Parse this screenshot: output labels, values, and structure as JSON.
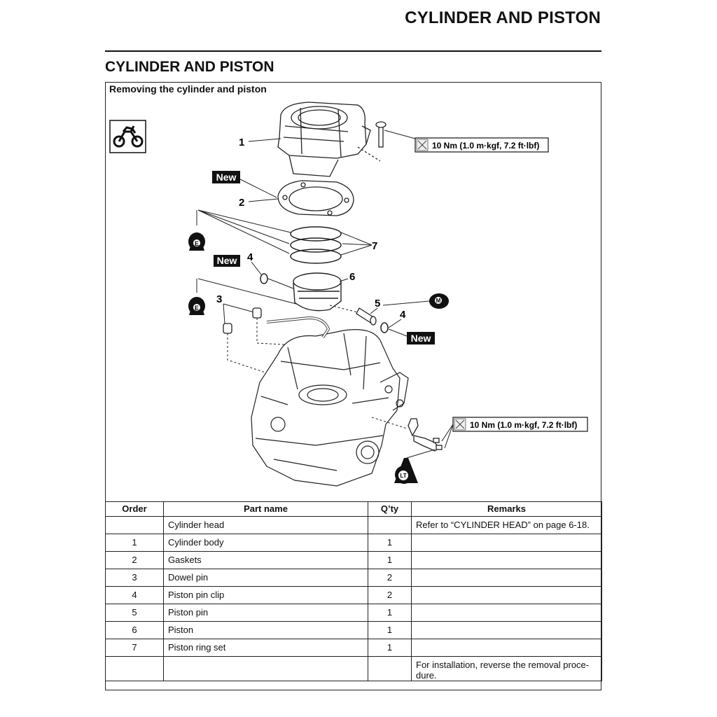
{
  "page": {
    "header_title": "CYLINDER AND PISTON",
    "section_title": "CYLINDER AND PISTON",
    "subsection_title": "Removing the cylinder and piston"
  },
  "diagram": {
    "callouts": [
      "1",
      "2",
      "3",
      "4",
      "4",
      "5",
      "6",
      "7"
    ],
    "new_badges": [
      "New",
      "New",
      "New"
    ],
    "torque_specs": [
      "10 Nm (1.0 m·kgf, 7.2 ft·lbf)",
      "10 Nm (1.0 m·kgf, 7.2 ft·lbf)"
    ],
    "lubricant_marks": [
      "E",
      "E",
      "M",
      "LT"
    ],
    "icons": [
      "motorcycle-icon",
      "torque-wrench-icon",
      "oil-can-icon",
      "locking-agent-icon"
    ]
  },
  "table": {
    "headers": [
      "Order",
      "Part name",
      "Q’ty",
      "Remarks"
    ],
    "rows": [
      {
        "order": "",
        "name": "Cylinder head",
        "qty": "",
        "remarks": "Refer to “CYLINDER HEAD” on page 6-18."
      },
      {
        "order": "1",
        "name": "Cylinder body",
        "qty": "1",
        "remarks": ""
      },
      {
        "order": "2",
        "name": "Gaskets",
        "qty": "1",
        "remarks": ""
      },
      {
        "order": "3",
        "name": "Dowel pin",
        "qty": "2",
        "remarks": ""
      },
      {
        "order": "4",
        "name": "Piston pin clip",
        "qty": "2",
        "remarks": ""
      },
      {
        "order": "5",
        "name": "Piston pin",
        "qty": "1",
        "remarks": ""
      },
      {
        "order": "6",
        "name": "Piston",
        "qty": "1",
        "remarks": ""
      },
      {
        "order": "7",
        "name": "Piston ring set",
        "qty": "1",
        "remarks": ""
      },
      {
        "order": "",
        "name": "",
        "qty": "",
        "remarks": "For installation, reverse the removal proce-dure."
      }
    ]
  }
}
